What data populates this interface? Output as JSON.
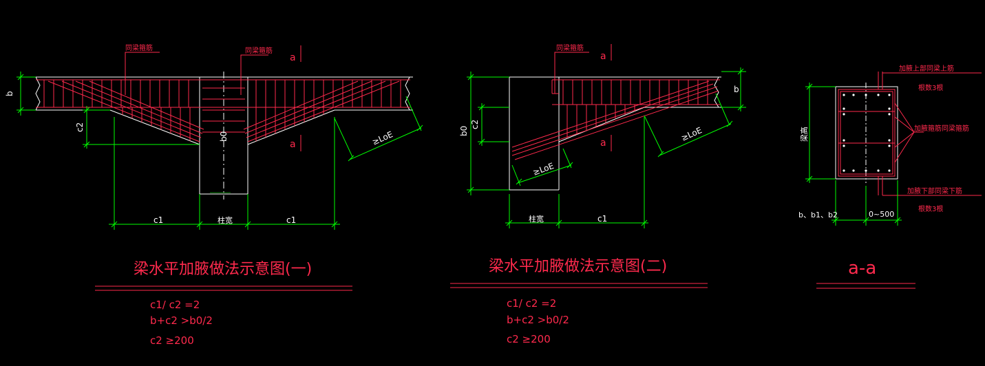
{
  "colors": {
    "background": "#000000",
    "outline": "#ffffff",
    "rebar": "#ff2a4d",
    "dimension": "#00ff00",
    "label": "#ffffff",
    "title": "#ff2a4d"
  },
  "figure1": {
    "title": "梁水平加腋做法示意图(一)",
    "labels": {
      "same_stirrup_left": "同梁箍筋",
      "same_stirrup_right": "同梁箍筋",
      "section_mark_top": "a",
      "section_mark_bottom": "a",
      "dim_b": "b",
      "dim_c2": "c2",
      "dim_b0": "b0",
      "anchor_left": "≥LoE",
      "dim_c1_left": "c1",
      "dim_col_width": "柱宽",
      "dim_c1_right": "c1"
    },
    "formulas": [
      "c1/ c2 =2",
      "b+c2 >b0/2",
      "c2 ≥200"
    ]
  },
  "figure2": {
    "title": "梁水平加腋做法示意图(二)",
    "labels": {
      "same_stirrup": "同梁箍筋",
      "section_mark_top": "a",
      "section_mark_bottom": "a",
      "dim_b0": "b0",
      "dim_c2": "c2",
      "dim_b": "b",
      "anchor_left": "≥LoE",
      "anchor_right": "≥LoE",
      "dim_col_width": "柱宽",
      "dim_c1": "c1"
    },
    "formulas": [
      "c1/ c2 =2",
      "b+c2 >b0/2",
      "c2 ≥200"
    ]
  },
  "section": {
    "title": "a-a",
    "labels": {
      "top_bars": "加腋上部同梁上筋",
      "top_bars_count": "根数3根",
      "stirrup": "加腋箍筋同梁箍筋",
      "bottom_bars": "加腋下部同梁下筋",
      "bottom_bars_count": "根数3根",
      "height": "梁高",
      "width": "b、b1、b2",
      "haunch": "0~500"
    }
  }
}
